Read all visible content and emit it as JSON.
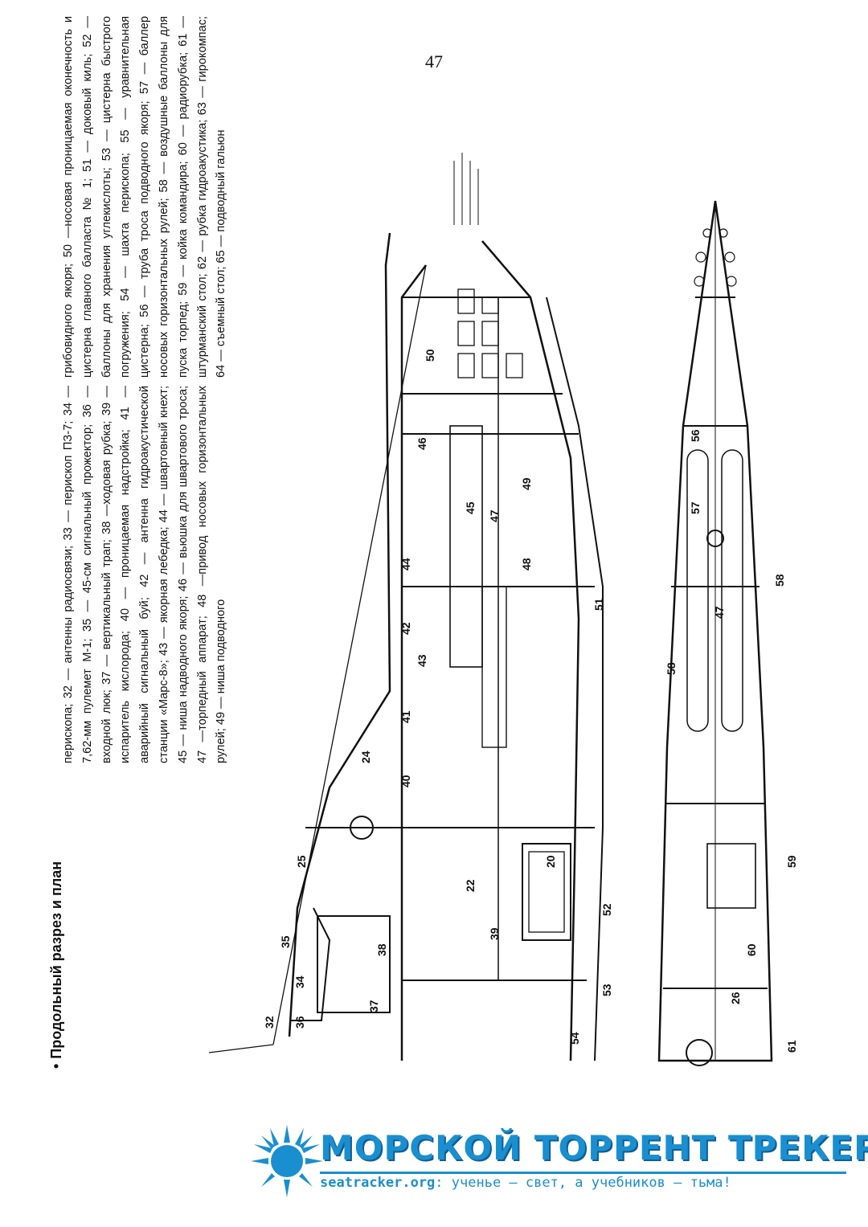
{
  "page": {
    "number": "47"
  },
  "section": {
    "title": "Продольный разрез и план"
  },
  "legend": {
    "col1": "перископа; 32 — антенны радиосвязи; 33 — перископ ПЗ-7; 34 — 7,62-мм пулемет М-1; 35 — 45-см сигнальный прожектор; 36 — входной люк; 37 — вертикальный трап; 38 —ходовая рубка; 39 — испаритель кислорода; 40 — проницаемая надстройка; 41 — аварийный сигнальный буй; 42 — антенна гидроакустической станции «Марс-8»; 43 — якорная лебедка; 44 — швартовный кнехт; 45 — ниша надводного якоря; 46 — вьюшка для швартового троса; 47 —торпедный аппарат; 48 —привод носовых горизонтальных рулей; 49 — ниша подводного",
    "col2": "грибовидного якоря; 50 —носовая проницаемая оконечность и цистерна главного балласта № 1; 51 — доковый киль; 52 — баллоны для хранения углекислоты; 53 — цистерна быстрого погружения; 54 — шахта перископа; 55 — уравнительная цистерна; 56 — труба троса подводного якоря; 57 — баллер носовых горизонтальных рулей; 58 — воздушные баллоны для пуска торпед; 59 — койка командира; 60 — радиорубка; 61 — штурманский стол; 62 — рубка гидроакустика; 63 — гирокомпас; 64 — съемный стол; 65 — подводный гальюн"
  },
  "callouts": {
    "profile": [
      "32",
      "35",
      "34",
      "36",
      "37",
      "38",
      "25",
      "22",
      "39",
      "20",
      "24",
      "40",
      "41",
      "42",
      "43",
      "44",
      "46",
      "45",
      "47",
      "48",
      "49",
      "50",
      "51",
      "52",
      "53",
      "54"
    ],
    "plan": [
      "26",
      "61",
      "60",
      "59",
      "58",
      "47",
      "58",
      "57",
      "56"
    ]
  },
  "watermark": {
    "brand": "МОРСКОЙ ТОРРЕНТ ТРЕКЕР",
    "site": "seatracker.org",
    "tagline": ": ученье — свет, а учебников — тьма!",
    "colors": {
      "primary": "#1a8fd0",
      "shadow": "#0d5e96"
    }
  }
}
